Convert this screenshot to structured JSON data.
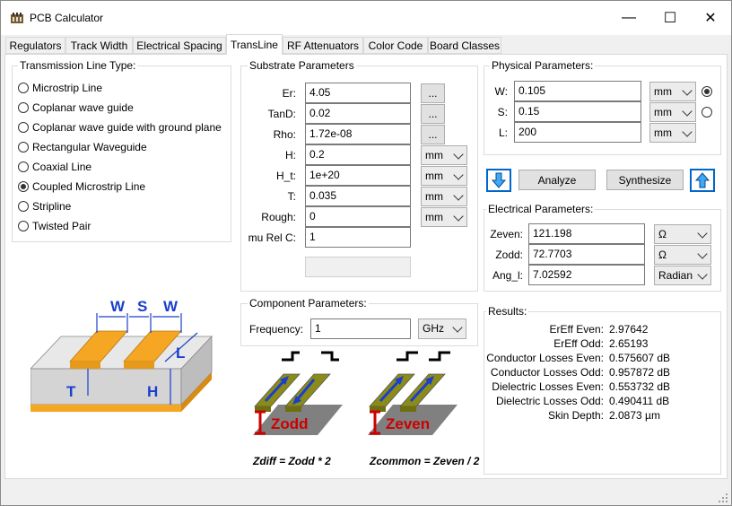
{
  "window": {
    "title": "PCB Calculator",
    "minimize_glyph": "—",
    "maximize_glyph": "☐",
    "close_glyph": "✕"
  },
  "tabs": [
    "Regulators",
    "Track Width",
    "Electrical Spacing",
    "TransLine",
    "RF Attenuators",
    "Color Code",
    "Board Classes"
  ],
  "active_tab": "TransLine",
  "line_type": {
    "title": "Transmission Line Type:",
    "options": [
      "Microstrip Line",
      "Coplanar wave guide",
      "Coplanar wave guide with ground plane",
      "Rectangular Waveguide",
      "Coaxial Line",
      "Coupled Microstrip Line",
      "Stripline",
      "Twisted Pair"
    ],
    "selected": "Coupled Microstrip Line"
  },
  "diagram": {
    "w": "W",
    "s": "S",
    "l": "L",
    "t": "T",
    "h": "H"
  },
  "substrate": {
    "title": "Substrate Parameters",
    "rows": [
      {
        "label": "Er:",
        "value": "4.05",
        "button": "..."
      },
      {
        "label": "TanD:",
        "value": "0.02",
        "button": "..."
      },
      {
        "label": "Rho:",
        "value": "1.72e-08",
        "button": "..."
      },
      {
        "label": "H:",
        "value": "0.2",
        "unit": "mm"
      },
      {
        "label": "H_t:",
        "value": "1e+20",
        "unit": "mm"
      },
      {
        "label": "T:",
        "value": "0.035",
        "unit": "mm"
      },
      {
        "label": "Rough:",
        "value": "0",
        "unit": "mm"
      },
      {
        "label": "mu Rel C:",
        "value": "1"
      }
    ]
  },
  "component": {
    "title": "Component Parameters:",
    "label": "Frequency:",
    "value": "1",
    "unit": "GHz"
  },
  "zdiff": {
    "label": "Zodd",
    "caption": "Zdiff = Zodd * 2"
  },
  "zcommon": {
    "label": "Zeven",
    "caption": "Zcommon = Zeven / 2"
  },
  "physical": {
    "title": "Physical Parameters:",
    "rows": [
      {
        "label": "W:",
        "value": "0.105",
        "unit": "mm"
      },
      {
        "label": "S:",
        "value": "0.15",
        "unit": "mm"
      },
      {
        "label": "L:",
        "value": "200",
        "unit": "mm"
      }
    ],
    "selected_radio": "W"
  },
  "actions": {
    "analyze": "Analyze",
    "synthesize": "Synthesize"
  },
  "electrical": {
    "title": "Electrical Parameters:",
    "rows": [
      {
        "label": "Zeven:",
        "value": "121.198",
        "unit": "Ω"
      },
      {
        "label": "Zodd:",
        "value": "72.7703",
        "unit": "Ω"
      },
      {
        "label": "Ang_l:",
        "value": "7.02592",
        "unit": "Radian"
      }
    ]
  },
  "results": {
    "title": "Results:",
    "rows": [
      {
        "label": "ErEff Even:",
        "value": "2.97642"
      },
      {
        "label": "ErEff Odd:",
        "value": "2.65193"
      },
      {
        "label": "Conductor Losses Even:",
        "value": "0.575607 dB"
      },
      {
        "label": "Conductor Losses Odd:",
        "value": "0.957872 dB"
      },
      {
        "label": "Dielectric Losses Even:",
        "value": "0.553732 dB"
      },
      {
        "label": "Dielectric Losses Odd:",
        "value": "0.490411 dB"
      },
      {
        "label": "Skin Depth:",
        "value": "2.0873 µm"
      }
    ]
  },
  "colors": {
    "copper": "#f5a623",
    "substrate": "#d4d4d4",
    "accent": "#0066cc",
    "trace_green": "#8b8b1a",
    "dim_blue": "#1a3fcc"
  }
}
